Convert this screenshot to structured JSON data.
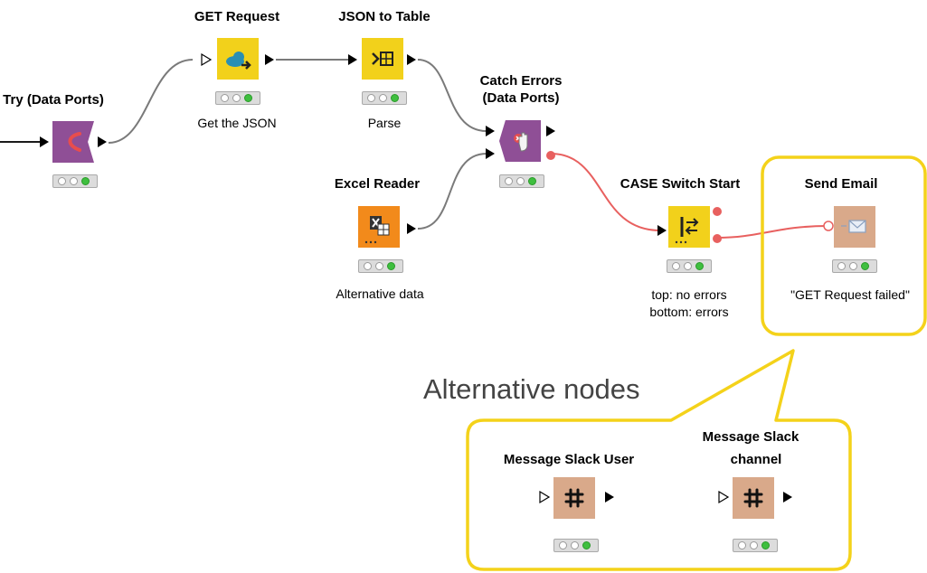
{
  "nodes": {
    "try_data_ports": {
      "title": "Try (Data Ports)",
      "color": "#8f4f96"
    },
    "get_request": {
      "title": "GET Request",
      "label": "Get the JSON",
      "color": "#f2d11b"
    },
    "json_to_table": {
      "title": "JSON to Table",
      "label": "Parse",
      "color": "#f2d11b"
    },
    "catch_errors": {
      "title_line1": "Catch Errors",
      "title_line2": "(Data Ports)",
      "color": "#8f4f96"
    },
    "excel_reader": {
      "title": "Excel Reader",
      "label": "Alternative data",
      "color": "#f28a1b"
    },
    "case_switch_start": {
      "title": "CASE Switch Start",
      "label_line1": "top: no errors",
      "label_line2": "bottom: errors",
      "color": "#f2d11b"
    },
    "send_email": {
      "title": "Send Email",
      "label": "\"GET Request failed\"",
      "color": "#d9a98a"
    },
    "message_slack_user": {
      "title": "Message Slack User",
      "color": "#d9a98a"
    },
    "message_slack_channel": {
      "title_line1": "Message Slack",
      "title_line2": "channel",
      "color": "#d9a98a"
    }
  },
  "callout": {
    "text": "Alternative nodes",
    "border_color": "#f4d21a"
  },
  "colors": {
    "error_connection": "#e8605f",
    "connection": "#7a7a7a",
    "status_ok": "#3fbf3f"
  }
}
